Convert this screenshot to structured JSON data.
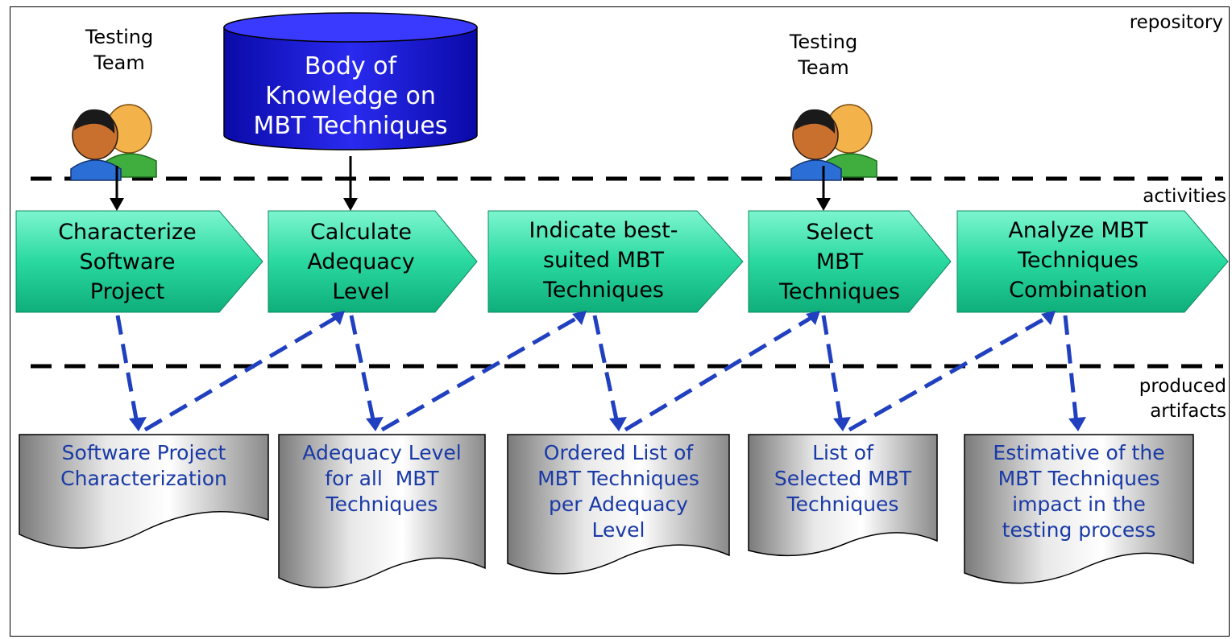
{
  "lanes": {
    "repository": "repository",
    "activities": "activities",
    "produced_1": "produced",
    "produced_2": "artifacts"
  },
  "repository": {
    "line1": "Body of",
    "line2": "Knowledge on",
    "line3": "MBT Techniques"
  },
  "teams": [
    {
      "line1": "Testing",
      "line2": "Team"
    },
    {
      "line1": "Testing",
      "line2": "Team"
    }
  ],
  "activities": [
    {
      "lines": [
        "Characterize",
        "Software",
        "Project"
      ]
    },
    {
      "lines": [
        "Calculate",
        "Adequacy",
        "Level"
      ]
    },
    {
      "lines": [
        "Indicate best-",
        "suited MBT",
        "Techniques"
      ]
    },
    {
      "lines": [
        "Select",
        "MBT",
        "Techniques"
      ]
    },
    {
      "lines": [
        "Analyze MBT",
        "Techniques",
        "Combination"
      ]
    }
  ],
  "artifacts": [
    {
      "lines": [
        "Software Project",
        "Characterization"
      ]
    },
    {
      "lines": [
        "Adequacy Level",
        "for all  MBT",
        "Techniques"
      ]
    },
    {
      "lines": [
        "Ordered List of",
        "MBT Techniques",
        "per Adequacy",
        "Level"
      ]
    },
    {
      "lines": [
        "List of",
        "Selected MBT",
        "Techniques"
      ]
    },
    {
      "lines": [
        "Estimative of the",
        "MBT Techniques",
        "impact in the",
        "testing process"
      ]
    }
  ],
  "colors": {
    "activity_fill_top": "#6ff0c6",
    "activity_fill_bottom": "#12c48c",
    "database_fill": "#1616d6",
    "artifact_text": "#1a3aa6",
    "dashed_flow": "#2040c0"
  },
  "icons": {
    "team": "people-icon",
    "repository": "database-icon",
    "artifact": "document-icon"
  }
}
